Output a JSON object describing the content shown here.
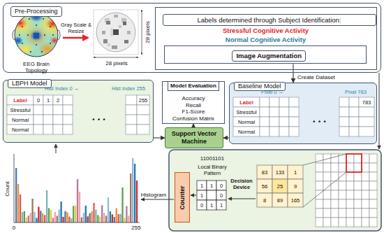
{
  "diagram": {
    "nodes": [
      {
        "text": [
          "Pre-Processing"
        ]
      },
      {
        "text": [
          "Labels determined through Subject Identification:",
          "Stressful Cognitive Activity",
          "Normal Cognitive Activity"
        ],
        "in": 0
      },
      {
        "text": [
          "Image Augmentation"
        ],
        "in": 1
      },
      {
        "text": [
          "LBPH Model"
        ]
      },
      {
        "text": [
          "Model Evaluation",
          "Accuracy",
          "Recall",
          "F1-Score",
          "Confusion Matrix"
        ]
      },
      {
        "text": [
          "Baseline Model"
        ]
      },
      {
        "text": [
          "Support Vector Machine"
        ]
      },
      {
        "text": [
          "Counter"
        ]
      }
    ],
    "edges": [
      {
        "from": 2,
        "to": 5,
        "label": "Create Dataset",
        "arrow": "to"
      },
      {
        "from": 3,
        "to": 6,
        "arrow": "to"
      },
      {
        "from": 5,
        "to": 6,
        "arrow": "to"
      },
      {
        "from": 6,
        "to": 4,
        "arrow": "to"
      }
    ],
    "labels": [
      "EEG Brain Topology",
      "Gray Scale & Resize",
      "28 pixels",
      "28 pixels",
      "Hist Index 0 →",
      "Hist Index 255",
      "Label",
      "0",
      "1",
      "2",
      "255",
      "Stressful",
      "Normal",
      "Normal",
      "• • •",
      "Pixel 0 →",
      "Pixel 783",
      "Label",
      "783",
      "Stressful",
      "Normal",
      "Normal",
      "• • •",
      "Count",
      "0",
      "255",
      "Histogram",
      "11001101",
      "Local Binary Pattern",
      "1",
      "1",
      "0",
      "1",
      "0",
      "0",
      "1",
      "1",
      "Decision Device",
      "83",
      "133",
      "1",
      "56",
      "25",
      "9",
      "8",
      "89",
      "165"
    ]
  }
}
